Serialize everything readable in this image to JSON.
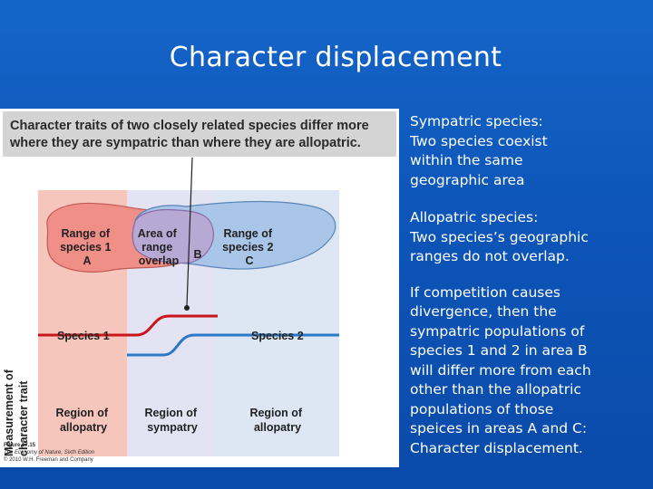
{
  "slide": {
    "title": "Character displacement"
  },
  "figure": {
    "header_lines": [
      "Character traits of two closely related species differ more",
      "where they are sympatric than where they are allopatric."
    ],
    "range1": [
      "Range of",
      "species 1",
      "A"
    ],
    "overlap": [
      "Area of",
      "range",
      "overlap"
    ],
    "overlap_letter": "B",
    "range2": [
      "Range of",
      "species 2",
      "C"
    ],
    "ylabel": [
      "Measurement of",
      "character trait"
    ],
    "species1": "Species 1",
    "species2": "Species 2",
    "region_left": [
      "Region of",
      "allopatry"
    ],
    "region_middle": [
      "Region of",
      "sympatry"
    ],
    "region_right": [
      "Region of",
      "allopatry"
    ],
    "caption_lines": [
      "Figure 17.15",
      "The Economy of Nature, Sixth Edition",
      "© 2010 W.H. Freeman and Company"
    ],
    "colors": {
      "allopatry_left": "#f6c6bc",
      "sympatry": "#e3e3f3",
      "allopatry_right": "#dde6f3",
      "range1_fill": "#f08f87",
      "range2_fill": "#a9c5e8",
      "overlap_fill": "#b7a8d4",
      "species1_line": "#c8161c",
      "species2_line": "#2a78c6"
    }
  },
  "text_panel": {
    "sympatric": [
      "Sympatric species:",
      "Two species coexist",
      "within the same",
      "geographic area"
    ],
    "allopatric": [
      "Allopatric species:",
      "Two species’s geographic",
      "ranges do not overlap."
    ],
    "competition": [
      "If competition causes",
      "divergence, then the",
      "sympatric populations of",
      "species 1 and 2 in area B",
      "will differ more from each",
      "other than the allopatric",
      "populations of those",
      "speices in areas A and C:",
      "Character displacement."
    ]
  }
}
